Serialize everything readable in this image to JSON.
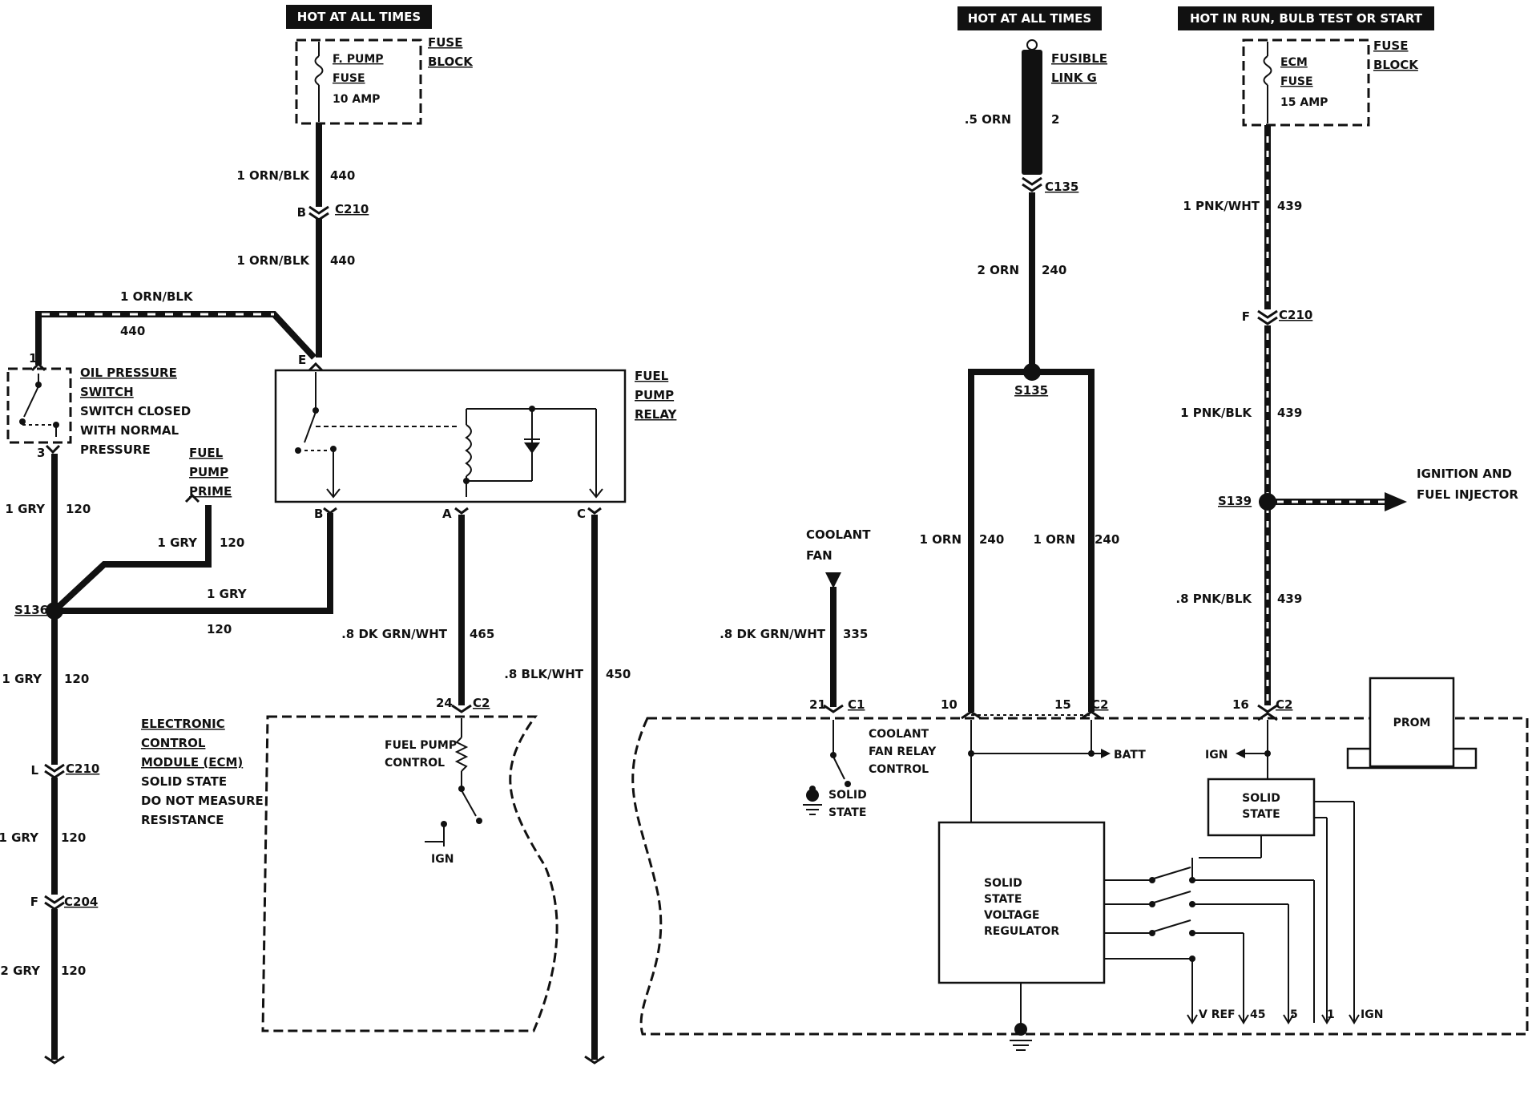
{
  "headers": {
    "left": "HOT AT ALL TIMES",
    "middle": "HOT AT ALL TIMES",
    "right": "HOT IN RUN, BULB TEST OR START"
  },
  "fuse_block_left": {
    "fuse_line1": "F. PUMP",
    "fuse_line2": "FUSE",
    "rating": "10 AMP",
    "block_line1": "FUSE",
    "block_line2": "BLOCK"
  },
  "fuse_block_right": {
    "fuse_line1": "ECM",
    "fuse_line2": "FUSE",
    "rating": "15 AMP",
    "block_line1": "FUSE",
    "block_line2": "BLOCK"
  },
  "fusible_link": {
    "line1": "FUSIBLE",
    "line2": "LINK G",
    "wire_size": ".5 ORN",
    "circuit": "2"
  },
  "wires": {
    "w440_top_size": "1 ORN/BLK",
    "w440_top_circuit": "440",
    "w440_mid_size": "1 ORN/BLK",
    "w440_mid_circuit": "440",
    "w440_loop_size": "1 ORN/BLK",
    "w440_loop_circuit": "440",
    "w120_switch_size": "1 GRY",
    "w120_switch_circuit": "120",
    "w120_prime_size": "1 GRY",
    "w120_prime_circuit": "120",
    "w120_relay_size": "1 GRY",
    "w120_relay_circuit": "120",
    "w120_low1_size": "1 GRY",
    "w120_low1_circuit": "120",
    "w120_low2_size": "1 GRY",
    "w120_low2_circuit": "120",
    "w120_low3_size": "2 GRY",
    "w120_low3_circuit": "120",
    "w465_size": ".8 DK GRN/WHT",
    "w465_circuit": "465",
    "w450_size": ".8 BLK/WHT",
    "w450_circuit": "450",
    "w240_top_size": "2 ORN",
    "w240_top_circuit": "240",
    "w240_left_size": "1 ORN",
    "w240_left_circuit": "240",
    "w240_right_size": "1 ORN",
    "w240_right_circuit": "240",
    "w335_size": ".8 DK GRN/WHT",
    "w335_circuit": "335",
    "w439_top_size": "1 PNK/WHT",
    "w439_top_circuit": "439",
    "w439_mid_size": "1 PNK/BLK",
    "w439_mid_circuit": "439",
    "w439_low_size": ".8 PNK/BLK",
    "w439_low_circuit": "439"
  },
  "connectors": {
    "c210_left_pin": "B",
    "c210_left": "C210",
    "c210_lower_pin": "L",
    "c210_lower": "C210",
    "c204_pin": "F",
    "c204": "C204",
    "c135": "C135",
    "c210_right_pin": "F",
    "c210_right": "C210"
  },
  "splices": {
    "s136": "S136",
    "s135": "S135",
    "s139": "S139"
  },
  "oil_switch": {
    "title1": "OIL PRESSURE",
    "title2": "SWITCH",
    "desc1": "SWITCH CLOSED",
    "desc2": "WITH NORMAL",
    "desc3": "PRESSURE",
    "pin_top": "1",
    "pin_bottom": "3"
  },
  "fuel_pump_prime": {
    "line1": "FUEL",
    "line2": "PUMP",
    "line3": "PRIME"
  },
  "relay": {
    "line1": "FUEL",
    "line2": "PUMP",
    "line3": "RELAY",
    "pin_e": "E",
    "pin_b": "B",
    "pin_a": "A",
    "pin_c": "C"
  },
  "ecm": {
    "line1": "ELECTRONIC",
    "line2": "CONTROL",
    "line3": "MODULE (ECM)",
    "line4": "SOLID STATE",
    "line5": "DO NOT MEASURE",
    "line6": "RESISTANCE",
    "pin24": "24",
    "pin24_conn": "C2",
    "fuel_pump_ctrl1": "FUEL PUMP",
    "fuel_pump_ctrl2": "CONTROL",
    "ign_left": "IGN"
  },
  "coolant": {
    "line1": "COOLANT",
    "line2": "FAN",
    "pin21": "21",
    "pin21_conn": "C1",
    "relay1": "COOLANT",
    "relay2": "FAN RELAY",
    "relay3": "CONTROL",
    "solid1": "SOLID",
    "solid2": "STATE"
  },
  "ecm_right": {
    "pin10": "10",
    "pin15": "15",
    "pin15_conn": "C2",
    "batt": "BATT",
    "pin16": "16",
    "pin16_conn": "C2",
    "ign": "IGN",
    "prom": "PROM",
    "ss1": "SOLID",
    "ss2": "STATE",
    "reg1": "SOLID",
    "reg2": "STATE",
    "reg3": "VOLTAGE",
    "reg4": "REGULATOR",
    "vref": "V REF",
    "o45": "45",
    "o5": "5",
    "o1": "1",
    "oign": "IGN"
  },
  "injector": {
    "line1": "IGNITION AND",
    "line2": "FUEL INJECTOR"
  }
}
